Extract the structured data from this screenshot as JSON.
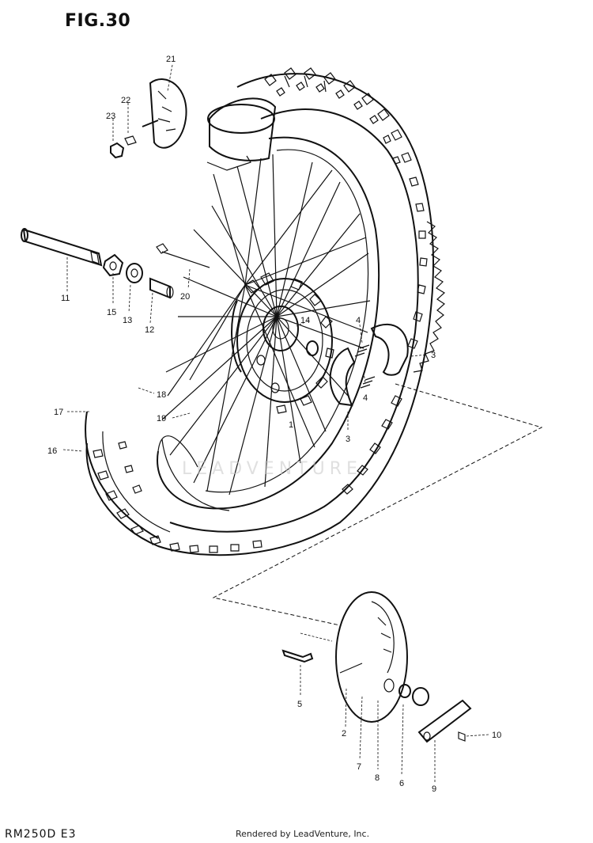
{
  "figure": {
    "title": "FIG.30",
    "model": "RM250D  E3",
    "credit": "Rendered by LeadVenture, Inc.",
    "watermark": "LEADVENTURE"
  },
  "callouts": {
    "c1": "1",
    "c2": "2",
    "c3a": "3",
    "c3b": "3",
    "c4a": "4",
    "c4b": "4",
    "c5": "5",
    "c6": "6",
    "c7": "7",
    "c8": "8",
    "c9": "9",
    "c10": "10",
    "c11": "11",
    "c12": "12",
    "c13": "13",
    "c14": "14",
    "c15": "15",
    "c16": "16",
    "c17": "17",
    "c18": "18",
    "c19": "19",
    "c20": "20",
    "c21": "21",
    "c22": "22",
    "c23": "23"
  }
}
